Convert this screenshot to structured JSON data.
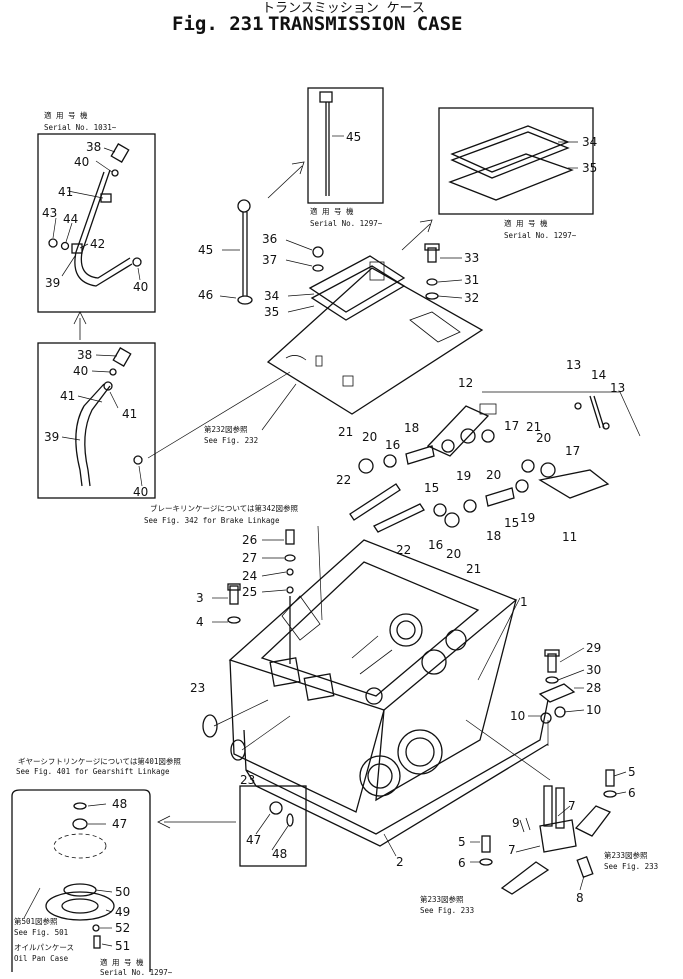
{
  "header": {
    "title_jp": "トランスミッション ケース",
    "fig_number": "Fig. 231",
    "title_en": "TRANSMISSION CASE"
  },
  "insets": {
    "top_left": {
      "jp": "適 用 号 機",
      "serial": "Serial  No. 1031~"
    },
    "dipstick": {
      "jp": "適 用 号 機",
      "serial": "Serial  No. 1297~"
    },
    "cover": {
      "jp": "適 用 号 機",
      "serial": "Serial  No. 1297~"
    },
    "oil_pan": {
      "jp_ref": "第501図参照",
      "ref": "See  Fig. 501",
      "jp_name": "オイルパンケース",
      "name": "Oil  Pan  Case",
      "jp": "適 用 号 機",
      "serial": "Serial  No. 1297~"
    }
  },
  "references": {
    "fig232_jp": "第232図参照",
    "fig232": "See  Fig. 232",
    "brake_jp": "ブレーキリンケージについては第342図参照",
    "brake": "See  Fig. 342  for  Brake  Linkage",
    "gearshift_jp": "ギヤーシフトリンケージについては第401図参照",
    "gearshift": "See  Fig. 401  for  Gearshift  Linkage",
    "fig233a_jp": "第233図参照",
    "fig233a": "See  Fig. 233",
    "fig233b_jp": "第233図参照",
    "fig233b": "See  Fig. 233"
  },
  "parts": {
    "p1": "1",
    "p2": "2",
    "p3": "3",
    "p4": "4",
    "p5a": "5",
    "p5b": "5",
    "p6a": "6",
    "p6b": "6",
    "p7a": "7",
    "p7b": "7",
    "p8": "8",
    "p9": "9",
    "p10a": "10",
    "p10b": "10",
    "p11": "11",
    "p12": "12",
    "p13a": "13",
    "p13b": "13",
    "p14": "14",
    "p15a": "15",
    "p15b": "15",
    "p16a": "16",
    "p16b": "16",
    "p17a": "17",
    "p17b": "17",
    "p18a": "18",
    "p18b": "18",
    "p19a": "19",
    "p19b": "19",
    "p20a": "20",
    "p20b": "20",
    "p20c": "20",
    "p21a": "21",
    "p21b": "21",
    "p21c": "21",
    "p22a": "22",
    "p22b": "22",
    "p23a": "23",
    "p23b": "23",
    "p24": "24",
    "p25": "25",
    "p26": "26",
    "p27": "27",
    "p28": "28",
    "p29": "29",
    "p30": "30",
    "p31": "31",
    "p32": "32",
    "p33": "33",
    "p34a": "34",
    "p34b": "34",
    "p35a": "35",
    "p35b": "35",
    "p36": "36",
    "p37": "37",
    "p38a": "38",
    "p38b": "38",
    "p39a": "39",
    "p39b": "39",
    "p40a": "40",
    "p40b": "40",
    "p40c": "40",
    "p40d": "40",
    "p41a": "41",
    "p41b": "41",
    "p41c": "41",
    "p42": "42",
    "p43": "43",
    "p44": "44",
    "p45a": "45",
    "p45b": "45",
    "p46": "46",
    "p47a": "47",
    "p47b": "47",
    "p48a": "48",
    "p48b": "48",
    "p49": "49",
    "p50": "50",
    "p51": "51",
    "p52": "52"
  }
}
